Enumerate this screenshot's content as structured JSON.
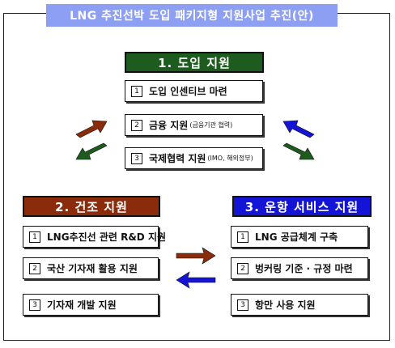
{
  "title": "LNG 추진선박 도입 패키지형 지원사업 추진(안)",
  "colors": {
    "title_bg": "#8c9ff2",
    "section1": "#1e5b1e",
    "section2": "#8a2c0c",
    "section3": "#1414d6",
    "arrow_brown": "#8a2c0c",
    "arrow_green": "#1e5b1e",
    "arrow_blue": "#1414d6"
  },
  "sections": {
    "intro": {
      "header": "1. 도입 지원",
      "items": [
        {
          "num": "1",
          "text": "도입 인센티브 마련",
          "note": ""
        },
        {
          "num": "2",
          "text": "금융 지원",
          "note": "(금융기관 협력)"
        },
        {
          "num": "3",
          "text": "국제협력 지원",
          "note": "(IMO, 해외정부)"
        }
      ]
    },
    "build": {
      "header": "2. 건조 지원",
      "items": [
        {
          "num": "1",
          "text": "LNG추진선 관련 R&D 지원"
        },
        {
          "num": "2",
          "text": "국산 기자재 활용 지원"
        },
        {
          "num": "3",
          "text": "기자재 개발 지원"
        }
      ]
    },
    "operate": {
      "header": "3. 운항 서비스 지원",
      "items": [
        {
          "num": "1",
          "text": "LNG 공급체계 구축"
        },
        {
          "num": "2",
          "text": "벙커링 기준 · 규정 마련"
        },
        {
          "num": "3",
          "text": "항만 사용 지원"
        }
      ]
    }
  },
  "arrow_icons": [
    "arrow-up-right-icon",
    "arrow-down-left-icon",
    "arrow-up-left-icon",
    "arrow-down-right-icon",
    "arrow-right-icon",
    "arrow-left-icon"
  ]
}
